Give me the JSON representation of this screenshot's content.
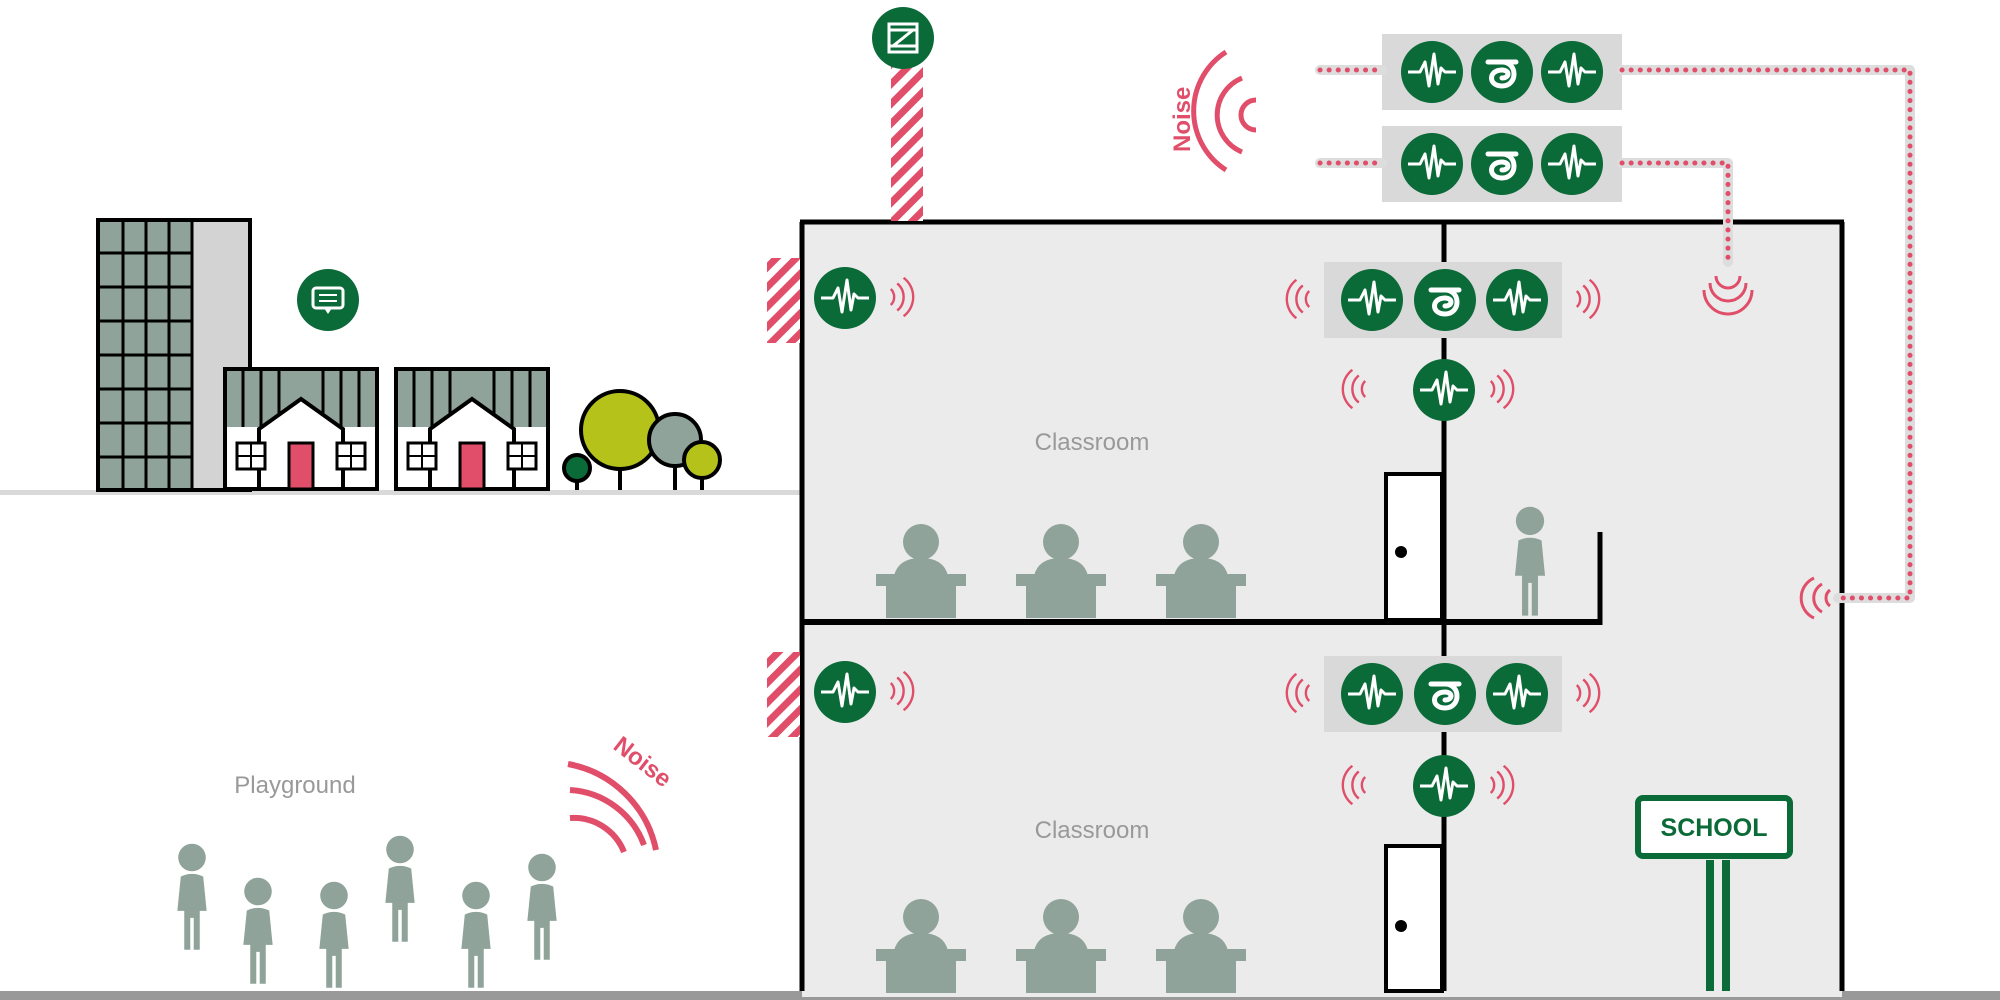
{
  "labels": {
    "classroom_upper": "Classroom",
    "classroom_lower": "Classroom",
    "playground": "Playground",
    "noise_roof": "Noise",
    "noise_playground": "Noise",
    "school_sign": "SCHOOL"
  },
  "colors": {
    "green": "#0B6B38",
    "accent": "#E04E6A",
    "figure": "#8FA39A",
    "lime": "#B5C21A",
    "building_fill": "#EBEBEB",
    "panel": "#D9D9D9",
    "ground": "#999999"
  },
  "icons": {
    "sensor": "waveform-sensor-icon",
    "controller": "controller-icon",
    "rooftop": "sensor-unit-icon",
    "message": "chat-message-icon"
  }
}
